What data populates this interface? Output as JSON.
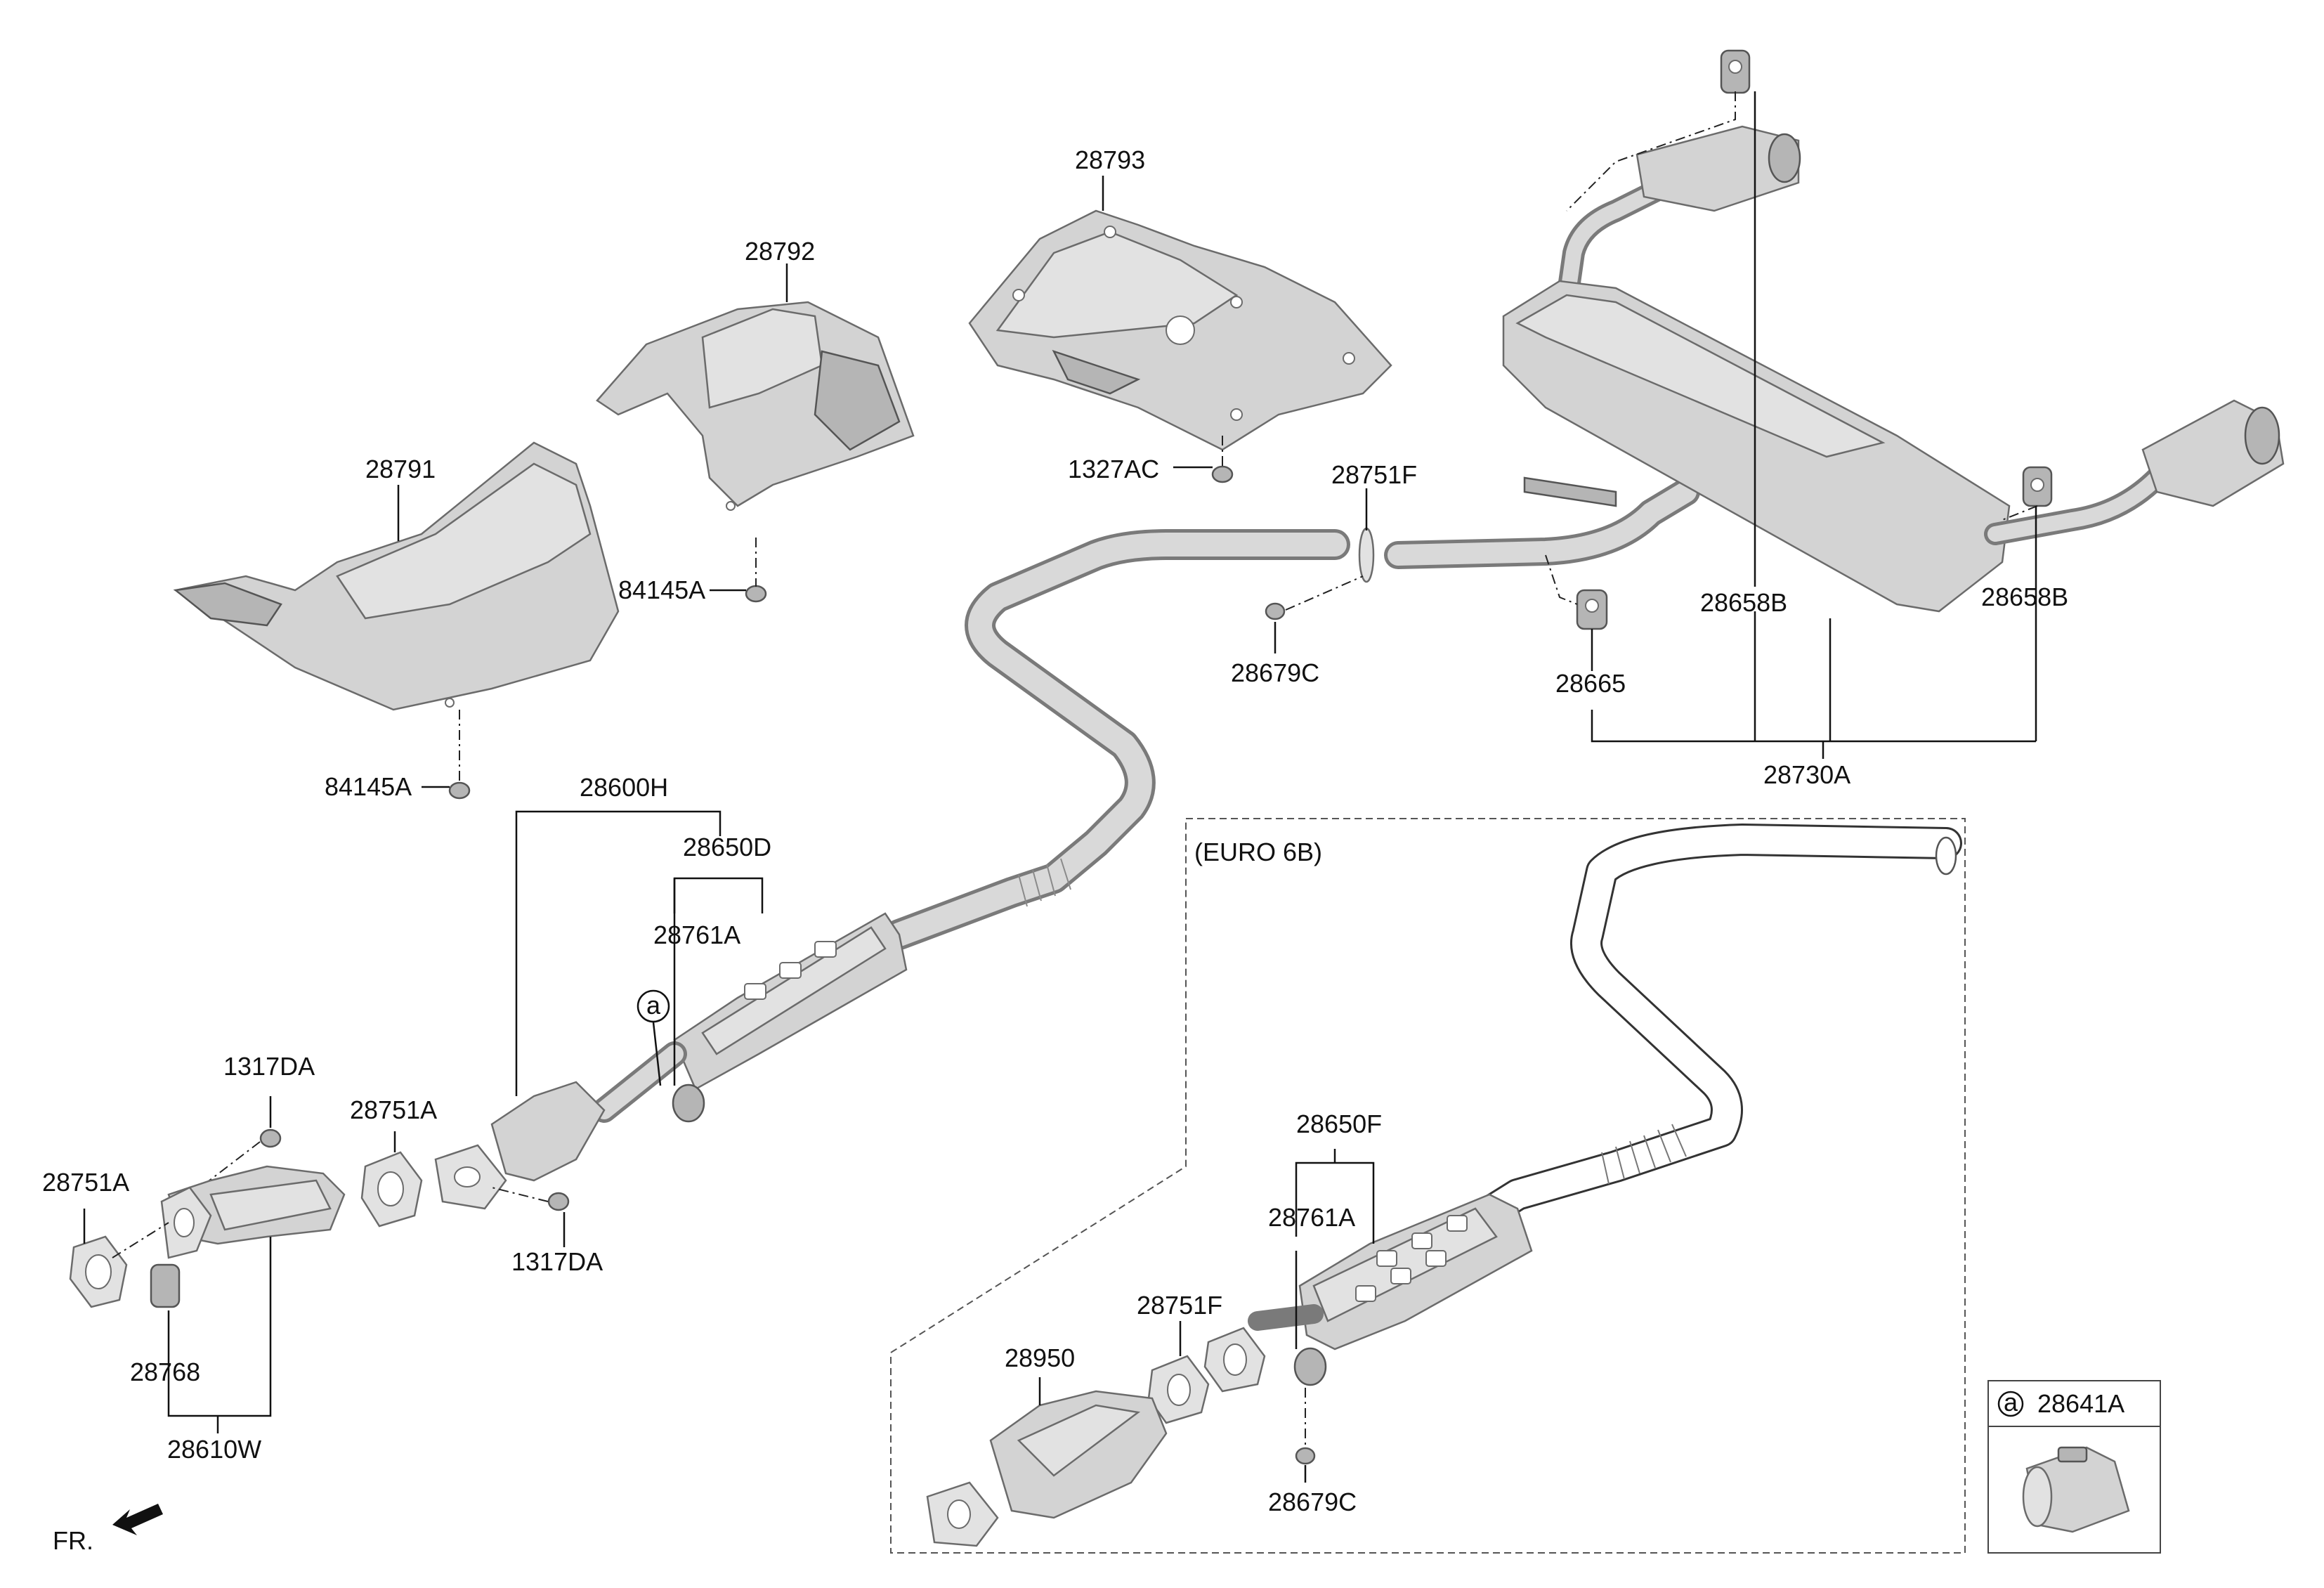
{
  "labels": {
    "p28793": "28793",
    "p28792": "28792",
    "p28791": "28791",
    "p1327AC": "1327AC",
    "p84145A_1": "84145A",
    "p84145A_2": "84145A",
    "p28751F_1": "28751F",
    "p28679C_1": "28679C",
    "p28665": "28665",
    "p28658B_1": "28658B",
    "p28658B_2": "28658B",
    "p28730A": "28730A",
    "p28600H": "28600H",
    "p28650D": "28650D",
    "p28761A_1": "28761A",
    "p1317DA_1": "1317DA",
    "p1317DA_2": "1317DA",
    "p28751A_1": "28751A",
    "p28751A_2": "28751A",
    "p28768": "28768",
    "p28610W": "28610W",
    "euro": "(EURO 6B)",
    "p28650F": "28650F",
    "p28761A_2": "28761A",
    "p28751F_2": "28751F",
    "p28950": "28950",
    "p28679C_2": "28679C",
    "p28641A": "28641A",
    "circle_a_1": "a",
    "circle_a_2": "a",
    "fr": "FR."
  }
}
